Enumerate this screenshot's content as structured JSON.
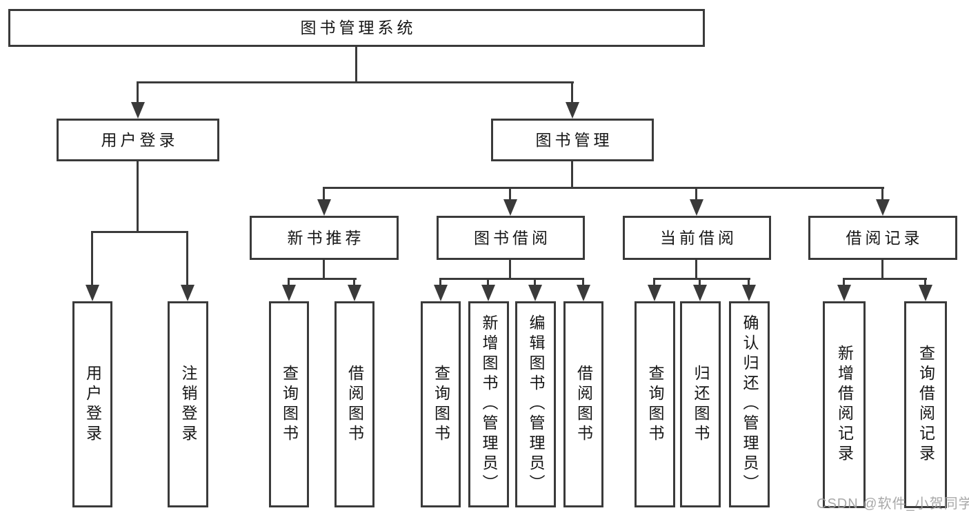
{
  "diagram": {
    "root": {
      "label": "图书管理系统"
    },
    "user_login": {
      "label": "用户登录",
      "children": {
        "login": "用户登录",
        "logout": "注销登录"
      }
    },
    "book_mgmt": {
      "label": "图书管理",
      "new_book": {
        "label": "新书推荐",
        "children": {
          "query": "查询图书",
          "borrow": "借阅图书"
        }
      },
      "book_borrow": {
        "label": "图书借阅",
        "children": {
          "query": "查询图书",
          "add": "新增图书（管理员）",
          "edit": "编辑图书（管理员）",
          "borrow": "借阅图书"
        }
      },
      "current_borrow": {
        "label": "当前借阅",
        "children": {
          "query": "查询图书",
          "return": "归还图书",
          "confirm": "确认归还（管理员）"
        }
      },
      "borrow_record": {
        "label": "借阅记录",
        "children": {
          "add": "新增借阅记录",
          "query": "查询借阅记录"
        }
      }
    }
  },
  "watermark": "CSDN @软件_小贺同学",
  "colors": {
    "line": "#3a3a3a",
    "border": "#3a3a3a",
    "background": "#ffffff",
    "text": "#161616",
    "watermark": "#9e9e9e"
  }
}
